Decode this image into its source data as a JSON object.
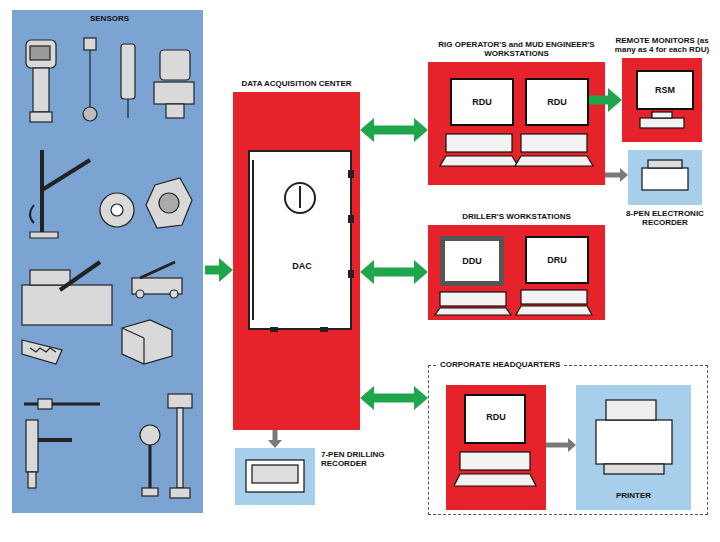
{
  "diagram": {
    "nodes": [
      {
        "text": [
          "SENSORS"
        ]
      },
      {
        "text": [
          "DATA ACQUISITION CENTER"
        ]
      },
      {
        "text": [
          "DAC"
        ],
        "in": 1
      },
      {
        "text": [
          "RIG OPERATOR'S and MUD ENGINEER'S WORKSTATIONS"
        ]
      },
      {
        "text": [
          "RDU"
        ],
        "in": 3
      },
      {
        "text": [
          "RDU"
        ],
        "in": 3
      },
      {
        "text": [
          "REMOTE MONITORS (as many as 4 for each RDU)"
        ]
      },
      {
        "text": [
          "RSM"
        ],
        "in": 6
      },
      {
        "text": [
          "8-PEN ELECTRONIC RECORDER"
        ]
      },
      {
        "text": [
          "DRILLER'S WORKSTATIONS"
        ]
      },
      {
        "text": [
          "DDU"
        ],
        "in": 9
      },
      {
        "text": [
          "DRU"
        ],
        "in": 9
      },
      {
        "text": [
          "CORPORATE HEADQUARTERS"
        ]
      },
      {
        "text": [
          "RDU"
        ],
        "in": 12
      },
      {
        "text": [
          "PRINTER"
        ],
        "in": 12
      },
      {
        "text": [
          "7-PEN DRILLING RECORDER"
        ]
      }
    ],
    "edges": [
      {
        "from": 0,
        "to": 1,
        "arrow": "to"
      },
      {
        "from": 1,
        "to": 3,
        "arrow": "both"
      },
      {
        "from": 1,
        "to": 9,
        "arrow": "both"
      },
      {
        "from": 1,
        "to": 12,
        "arrow": "both"
      },
      {
        "from": 5,
        "to": 6,
        "arrow": "to"
      },
      {
        "from": 3,
        "to": 8,
        "arrow": "to"
      },
      {
        "from": 13,
        "to": 14,
        "arrow": "to"
      },
      {
        "from": 1,
        "to": 15,
        "arrow": "to"
      }
    ]
  }
}
